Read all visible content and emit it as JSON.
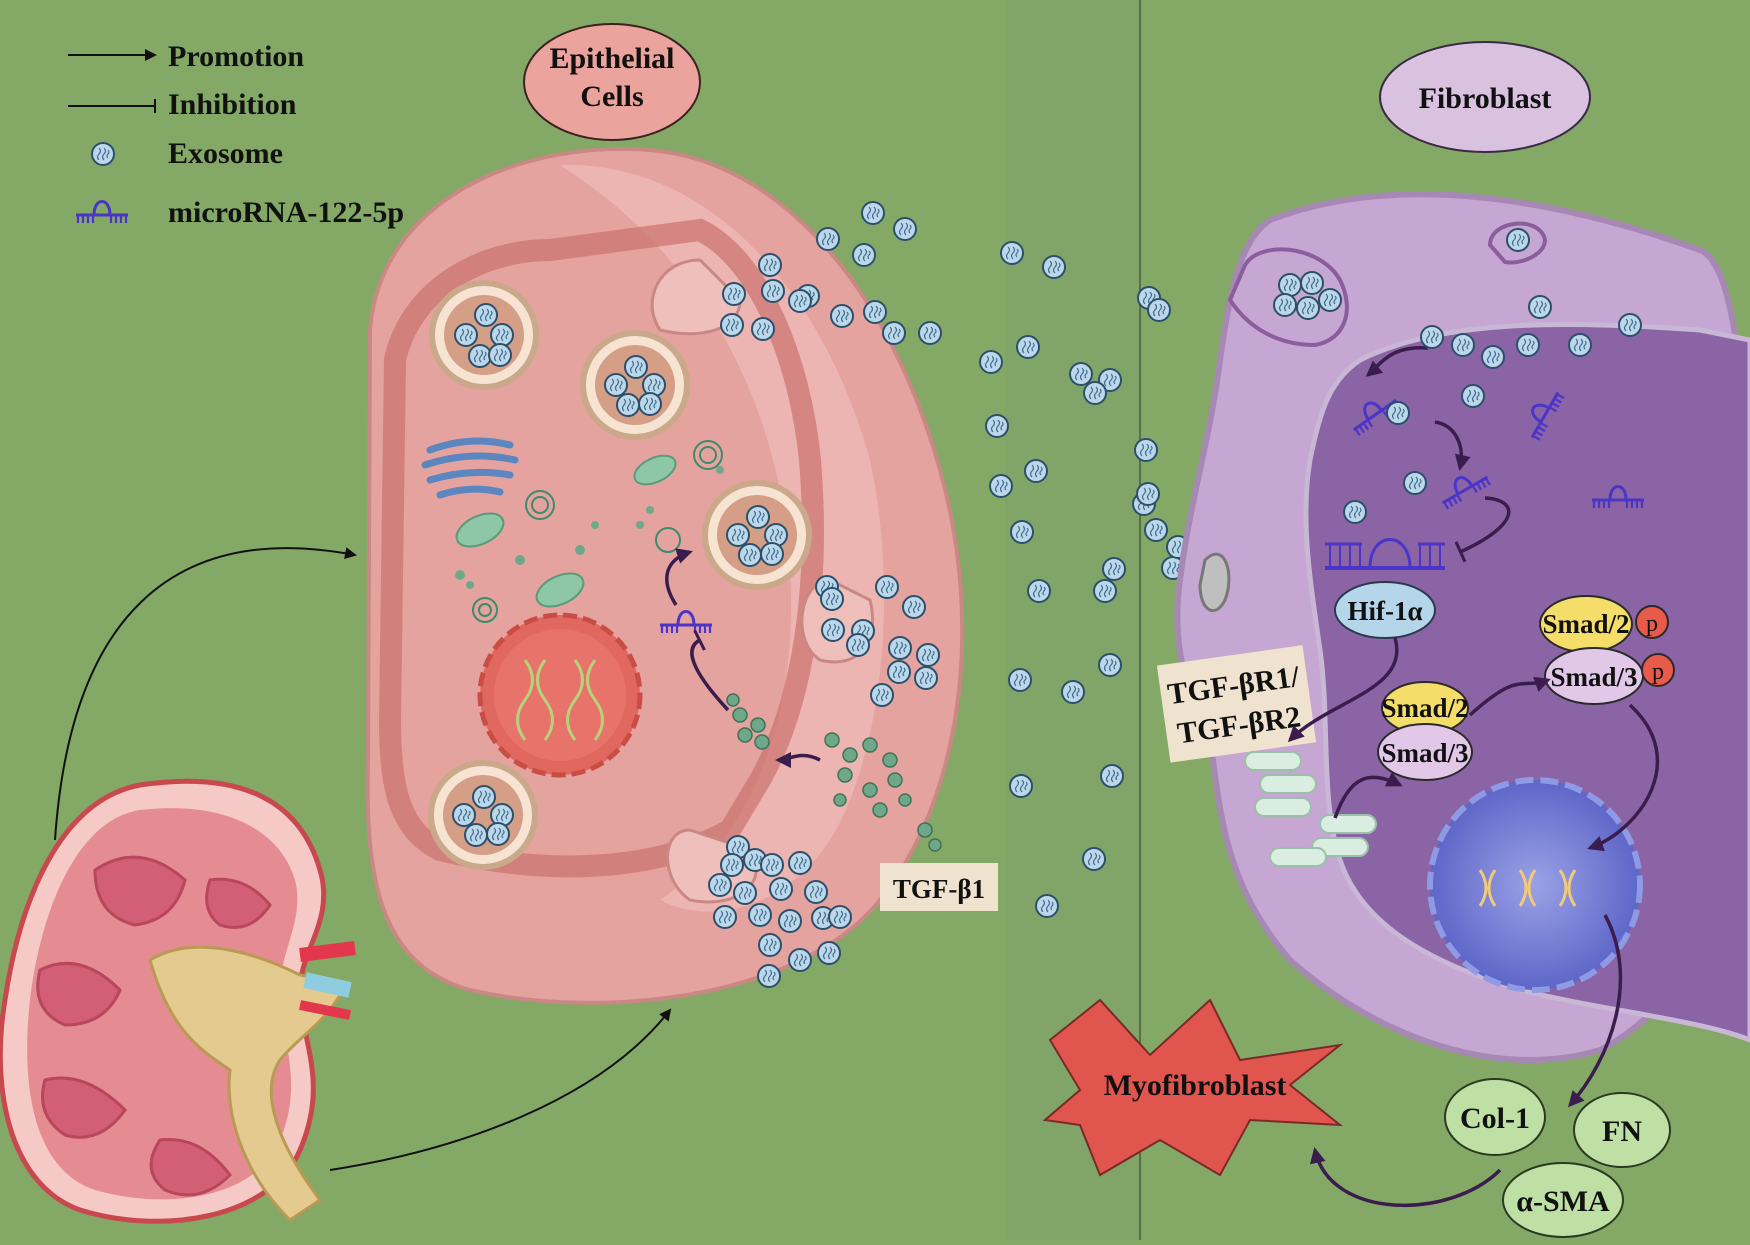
{
  "legend": {
    "promotion": "Promotion",
    "inhibition": "Inhibition",
    "exosome": "Exosome",
    "microrna": "microRNA-122-5p"
  },
  "epithelial": {
    "label_line1": "Epithelial",
    "label_line2": "Cells",
    "tgf": "TGF-β1"
  },
  "fibroblast": {
    "label": "Fibroblast",
    "hif": "Hif-1α",
    "receptor_line1": "TGF-βR1/",
    "receptor_line2": "TGF-βR2",
    "smad2": "Smad/2",
    "smad3": "Smad/3",
    "p": "p"
  },
  "outputs": {
    "myofibroblast": "Myofibroblast",
    "col1": "Col-1",
    "fn": "FN",
    "asma": "α-SMA"
  },
  "colors": {
    "background": "#84a866",
    "epithelial_fill": "#e7a9a4",
    "fibroblast_fill": "#c6a6d2",
    "fibroblast_nucleus": "#8a64a4",
    "exosome": "#bcd7ea",
    "microrna": "#4a35c8",
    "hif": "#b5d6ea",
    "smad2": "#f5dd6a",
    "smad3": "#e2c8e8",
    "p_badge": "#e85a49",
    "myofibroblast": "#e0564e",
    "marker_fill": "#bfe0a4"
  }
}
